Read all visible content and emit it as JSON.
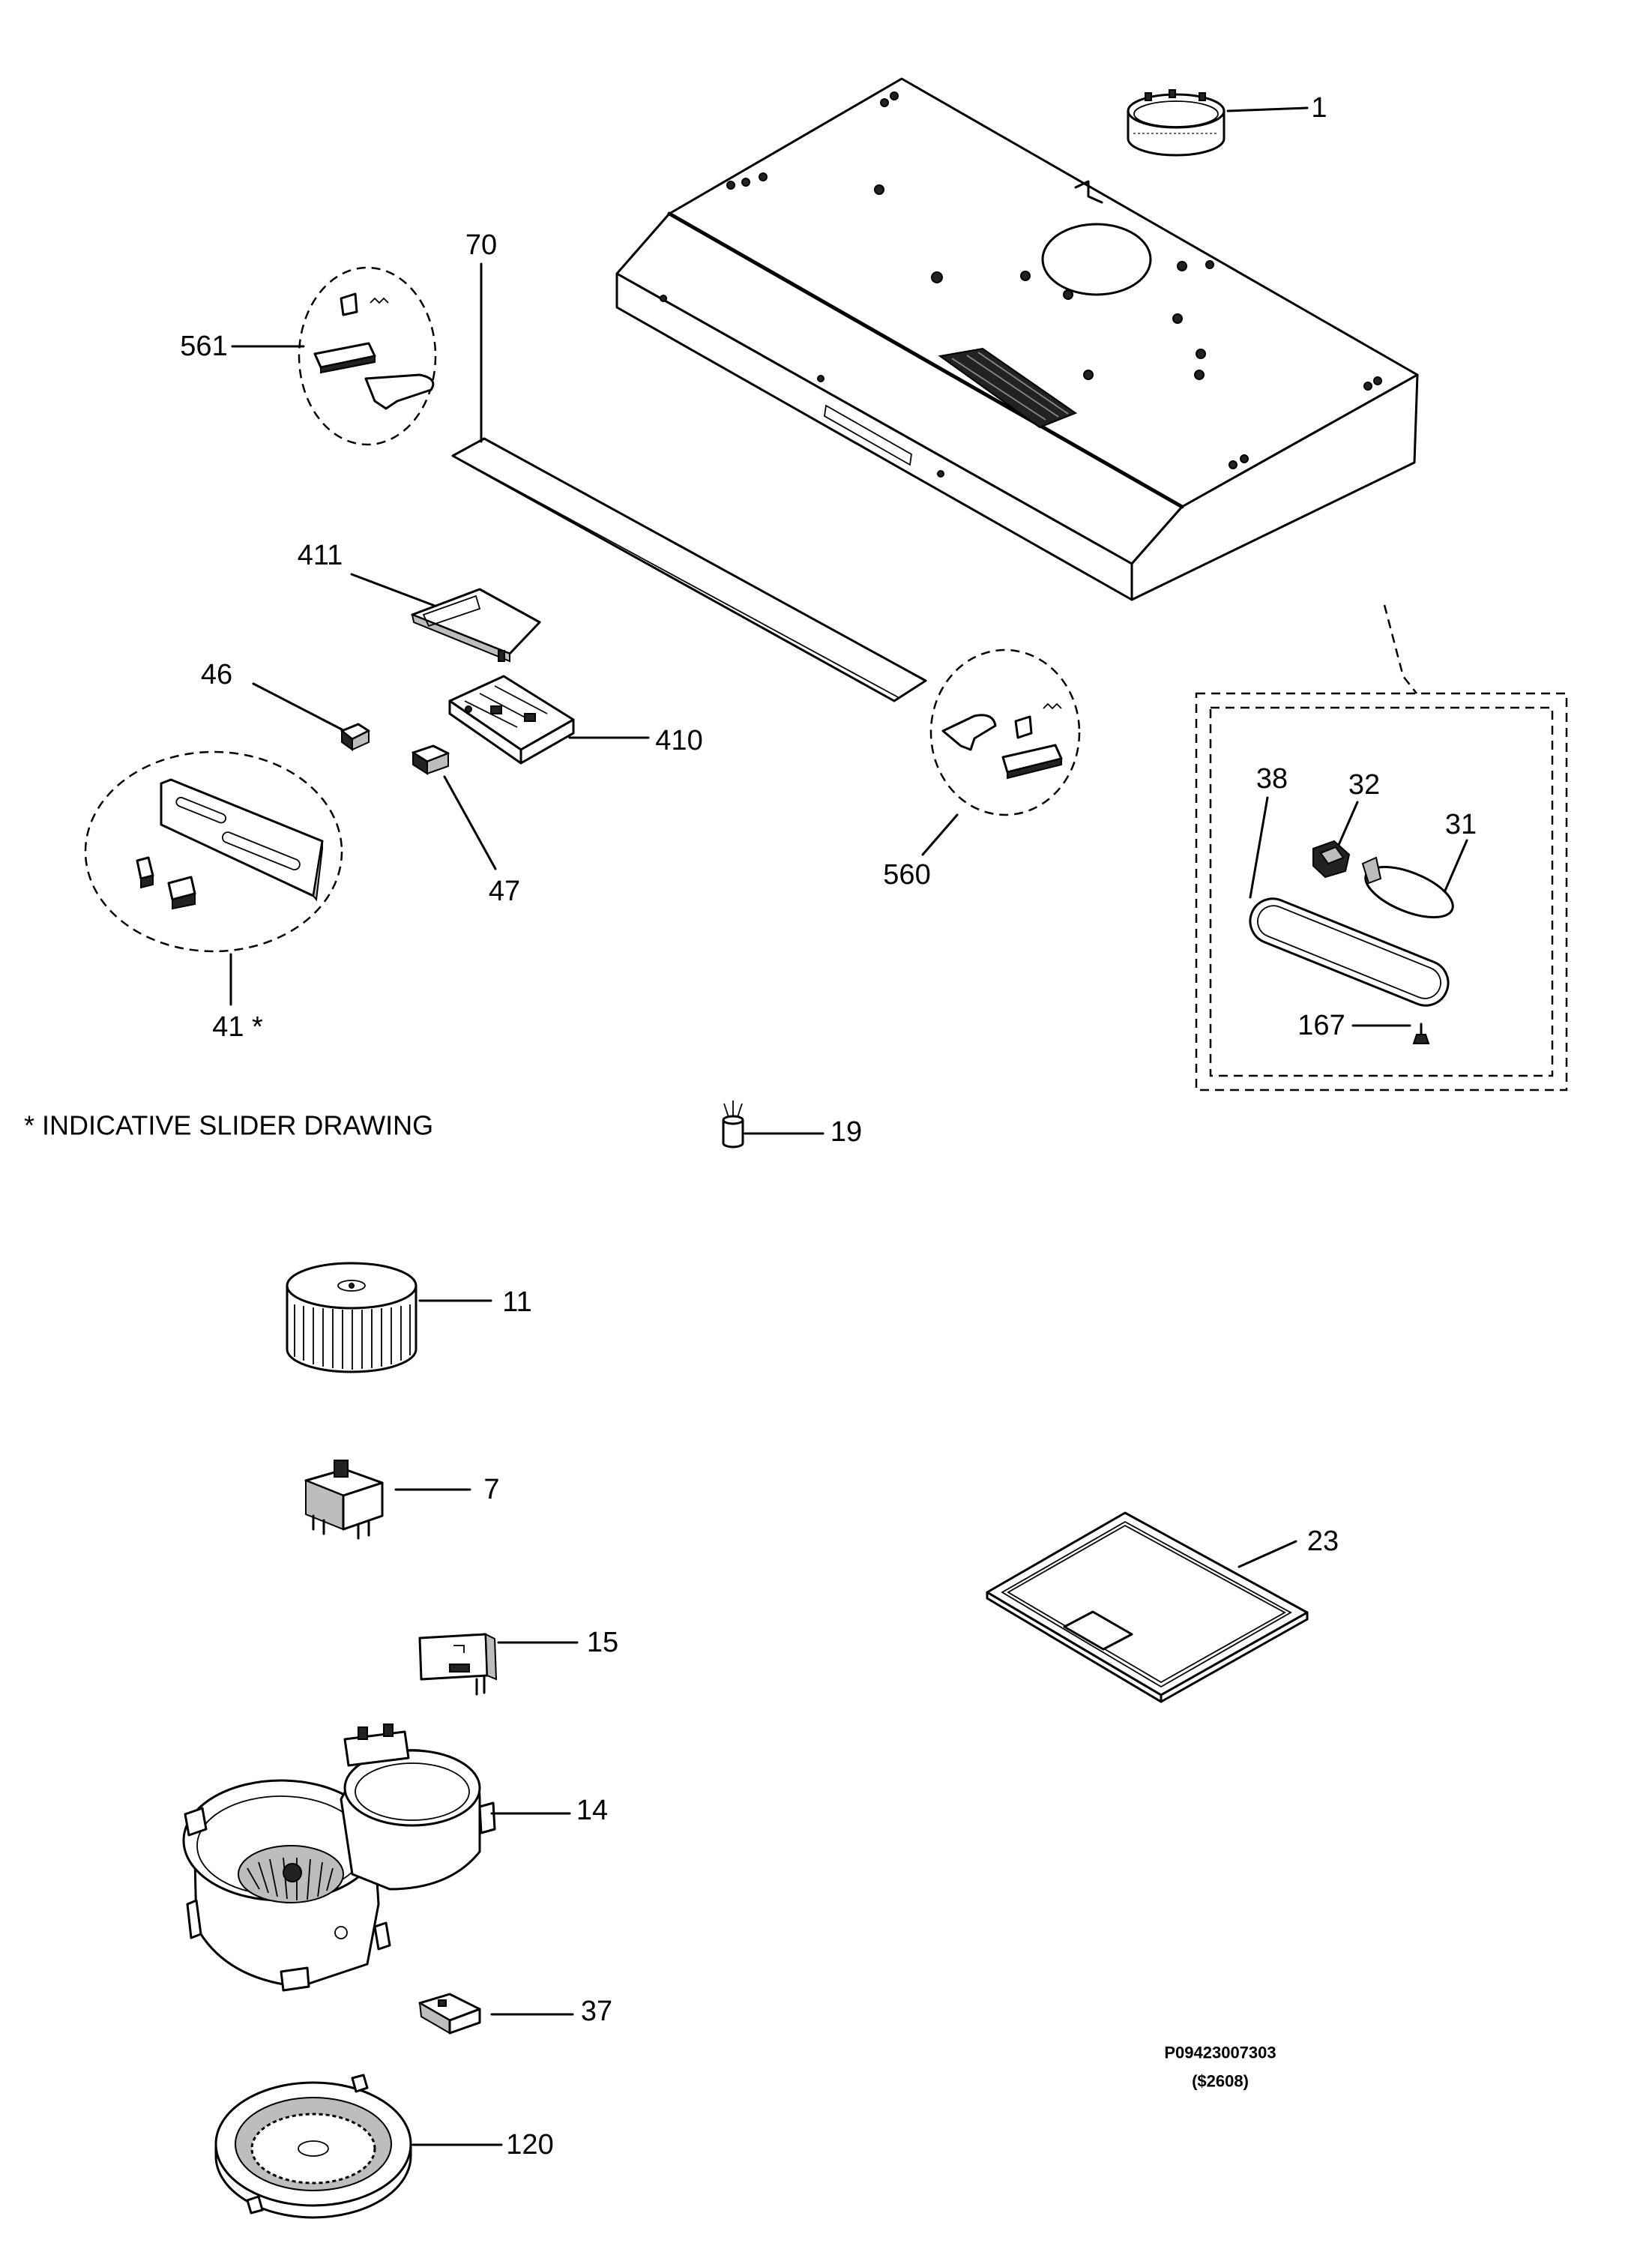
{
  "callouts": {
    "c1": "1",
    "c70": "70",
    "c561": "561",
    "c411": "411",
    "c46": "46",
    "c410": "410",
    "c47": "47",
    "c560": "560",
    "c41": "41 *",
    "c38": "38",
    "c32": "32",
    "c31": "31",
    "c167": "167",
    "c19": "19",
    "c11": "11",
    "c7": "7",
    "c23": "23",
    "c15": "15",
    "c14": "14",
    "c37": "37",
    "c120": "120"
  },
  "note": "* INDICATIVE SLIDER DRAWING",
  "drawing_code": "P09423007303",
  "price_code": "($2608)",
  "colors": {
    "line": "#000000",
    "background": "#ffffff"
  }
}
